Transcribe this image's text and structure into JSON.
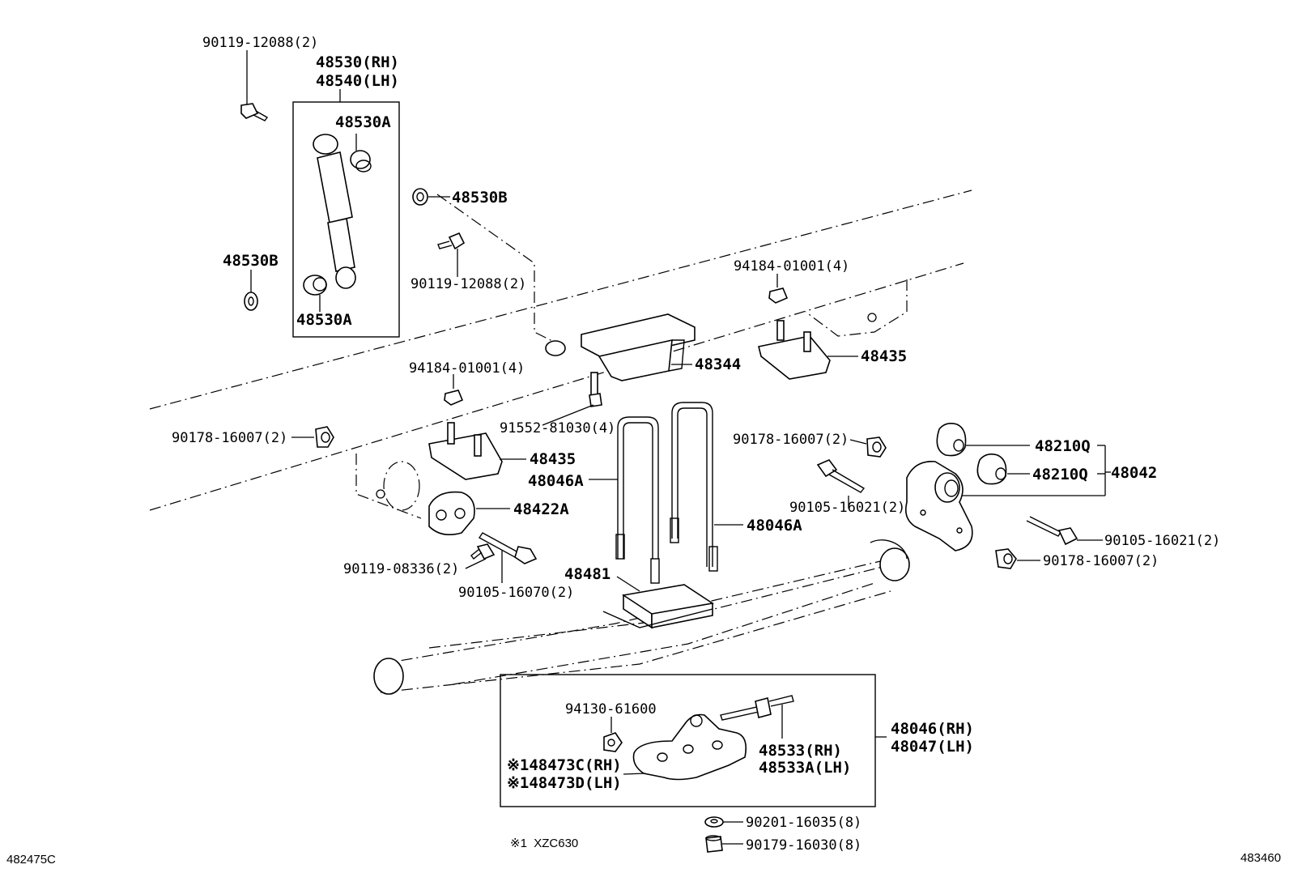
{
  "labels": {
    "p90119_12088_top": "90119-12088(2)",
    "p48530_rh": "48530(RH)",
    "p48540_lh": "48540(LH)",
    "p48530a_top": "48530A",
    "p48530b_right": "48530B",
    "p48530b_left": "48530B",
    "p90119_12088_mid": "90119-12088(2)",
    "p48530a_bottom": "48530A",
    "p94184_right": "94184-01001(4)",
    "p48344": "48344",
    "p48435_right": "48435",
    "p94184_left": "94184-01001(4)",
    "p91552": "91552-81030(4)",
    "p90178_left": "90178-16007(2)",
    "p48435_left": "48435",
    "p48046a_left": "48046A",
    "p48422a": "48422A",
    "p90119_08336": "90119-08336(2)",
    "p90105_16070": "90105-16070(2)",
    "p48481": "48481",
    "p48046a_right": "48046A",
    "p90178_mid": "90178-16007(2)",
    "p90105_16021_mid": "90105-16021(2)",
    "p48210q_top": "48210Q",
    "p48210q_bottom": "48210Q",
    "p48042": "48042",
    "p90105_16021_right": "90105-16021(2)",
    "p90178_right": "90178-16007(2)",
    "p94130": "94130-61600",
    "p48473c": "※148473C(RH)",
    "p48473d": "※148473D(LH)",
    "p48533_rh": "48533(RH)",
    "p48533a_lh": "48533A(LH)",
    "p48046_rh": "48046(RH)",
    "p48047_lh": "48047(LH)",
    "p90201": "90201-16035(8)",
    "p90179": "90179-16030(8)",
    "note_xzc630": "※1  XZC630"
  },
  "footer": {
    "left_code": "482475C",
    "right_code": "483460"
  }
}
